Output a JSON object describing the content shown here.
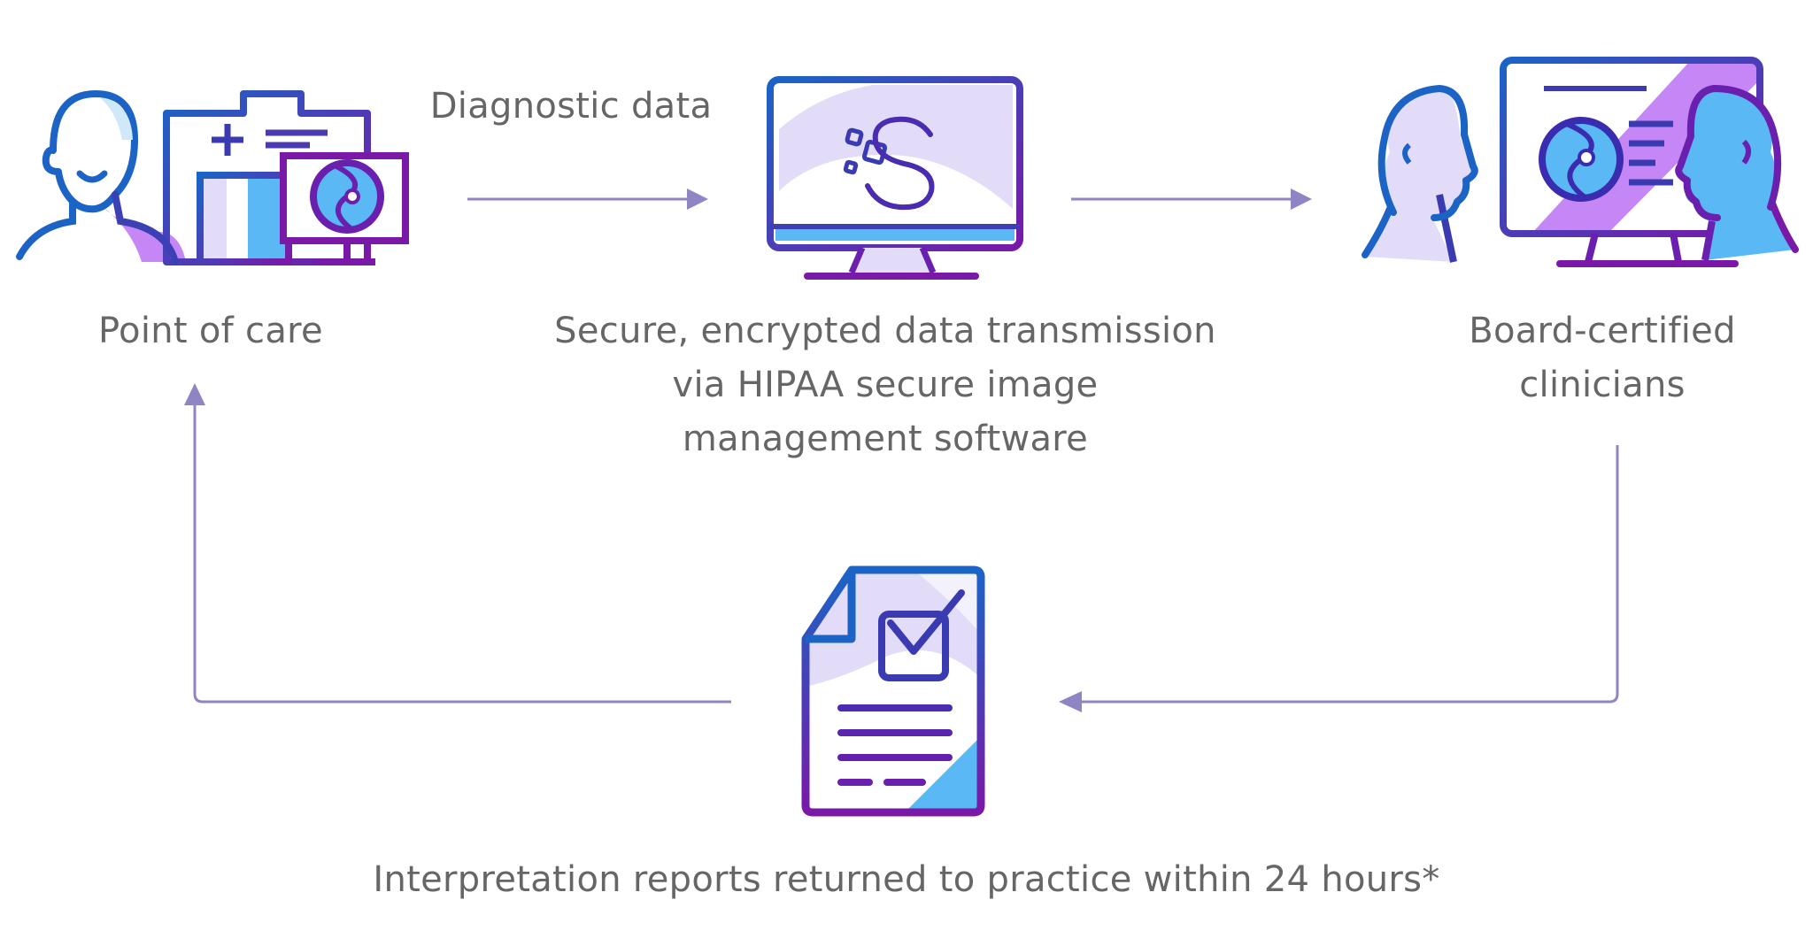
{
  "diagram": {
    "nodes": {
      "point_of_care": {
        "label": "Point of care"
      },
      "transmission": {
        "label_lines": [
          "Secure, encrypted data transmission",
          "via HIPAA secure image",
          "management software"
        ]
      },
      "clinicians": {
        "label_lines": [
          "Board-certified",
          "clinicians"
        ]
      },
      "report": {
        "label": "Interpretation reports returned to practice within 24 hours*"
      }
    },
    "edges": [
      {
        "from": "point_of_care",
        "to": "transmission",
        "label": "Diagnostic data"
      },
      {
        "from": "transmission",
        "to": "clinicians",
        "label": ""
      },
      {
        "from": "clinicians",
        "to": "report",
        "label": ""
      },
      {
        "from": "report",
        "to": "point_of_care",
        "label": ""
      }
    ]
  },
  "colors": {
    "arrow": "#8f84c4",
    "text": "#666666",
    "blue": "#1b64c6",
    "purple": "#7a18a8",
    "light_lavender": "#e2dcf8",
    "sky": "#5ab8f5",
    "violet": "#c487f5"
  },
  "icons": {
    "point_of_care": "patient-clipboard-eye-monitor-icon",
    "transmission": "monitor-logo-icon",
    "clinicians": "clinicians-monitor-icon",
    "report": "report-document-check-icon"
  }
}
